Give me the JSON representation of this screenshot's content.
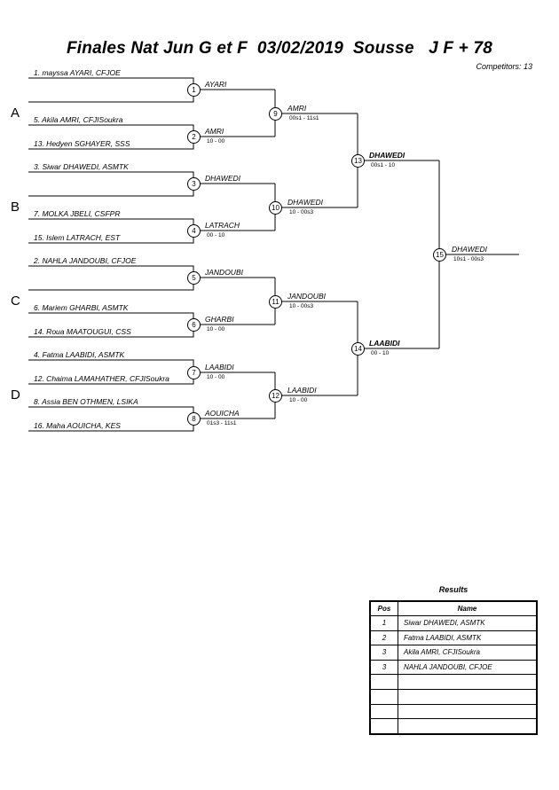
{
  "title": "Finales Nat Jun G et F  03/02/2019  Sousse   J F + 78",
  "competitors": "Competitors: 13",
  "pools": [
    "A",
    "B",
    "C",
    "D"
  ],
  "entries": [
    "1. mayssa AYARI, CFJOE",
    "5. Akila AMRI, CFJISoukra",
    "13. Hedyen SGHAYER, SSS",
    "3. Siwar DHAWEDI, ASMTK",
    "7. MOLKA JBELI, CSFPR",
    "15. Islem LATRACH, EST",
    "2. NAHLA JANDOUBI, CFJOE",
    "6. Mariem GHARBI, ASMTK",
    "14. Roua MAATOUGUI, CSS",
    "4. Fatma LAABIDI, ASMTK",
    "12. Chaima LAMAHATHER, CFJISoukra",
    "8. Assia BEN OTHMEN, LSIKA",
    "16. Maha AOUICHA, KES"
  ],
  "matches": [
    {
      "num": "1",
      "winner": "AYARI",
      "score": ""
    },
    {
      "num": "2",
      "winner": "AMRI",
      "score": "10 - 00"
    },
    {
      "num": "3",
      "winner": "DHAWEDI",
      "score": ""
    },
    {
      "num": "4",
      "winner": "LATRACH",
      "score": "00 - 10"
    },
    {
      "num": "5",
      "winner": "JANDOUBI",
      "score": ""
    },
    {
      "num": "6",
      "winner": "GHARBI",
      "score": "10 - 00"
    },
    {
      "num": "7",
      "winner": "LAABIDI",
      "score": "10 - 00"
    },
    {
      "num": "8",
      "winner": "AOUICHA",
      "score": "01s3 - 11s1"
    },
    {
      "num": "9",
      "winner": "AMRI",
      "score": "00s1 - 11s1"
    },
    {
      "num": "10",
      "winner": "DHAWEDI",
      "score": "10 - 00s3"
    },
    {
      "num": "11",
      "winner": "JANDOUBI",
      "score": "10 - 00s3"
    },
    {
      "num": "12",
      "winner": "LAABIDI",
      "score": "10 - 00"
    },
    {
      "num": "13",
      "winner": "DHAWEDI",
      "score": "00s1 - 10"
    },
    {
      "num": "14",
      "winner": "LAABIDI",
      "score": "00 - 10"
    },
    {
      "num": "15",
      "winner": "DHAWEDI",
      "score": "10s1 - 00s3"
    }
  ],
  "results": {
    "title": "Results",
    "headers": {
      "pos": "Pos",
      "name": "Name"
    },
    "rows": [
      {
        "pos": "1",
        "name": "Siwar DHAWEDI, ASMTK"
      },
      {
        "pos": "2",
        "name": "Fatma LAABIDI, ASMTK"
      },
      {
        "pos": "3",
        "name": "Akila AMRI, CFJISoukra"
      },
      {
        "pos": "3",
        "name": "NAHLA JANDOUBI, CFJOE"
      },
      {
        "pos": "",
        "name": ""
      },
      {
        "pos": "",
        "name": ""
      },
      {
        "pos": "",
        "name": ""
      },
      {
        "pos": "",
        "name": ""
      }
    ]
  }
}
